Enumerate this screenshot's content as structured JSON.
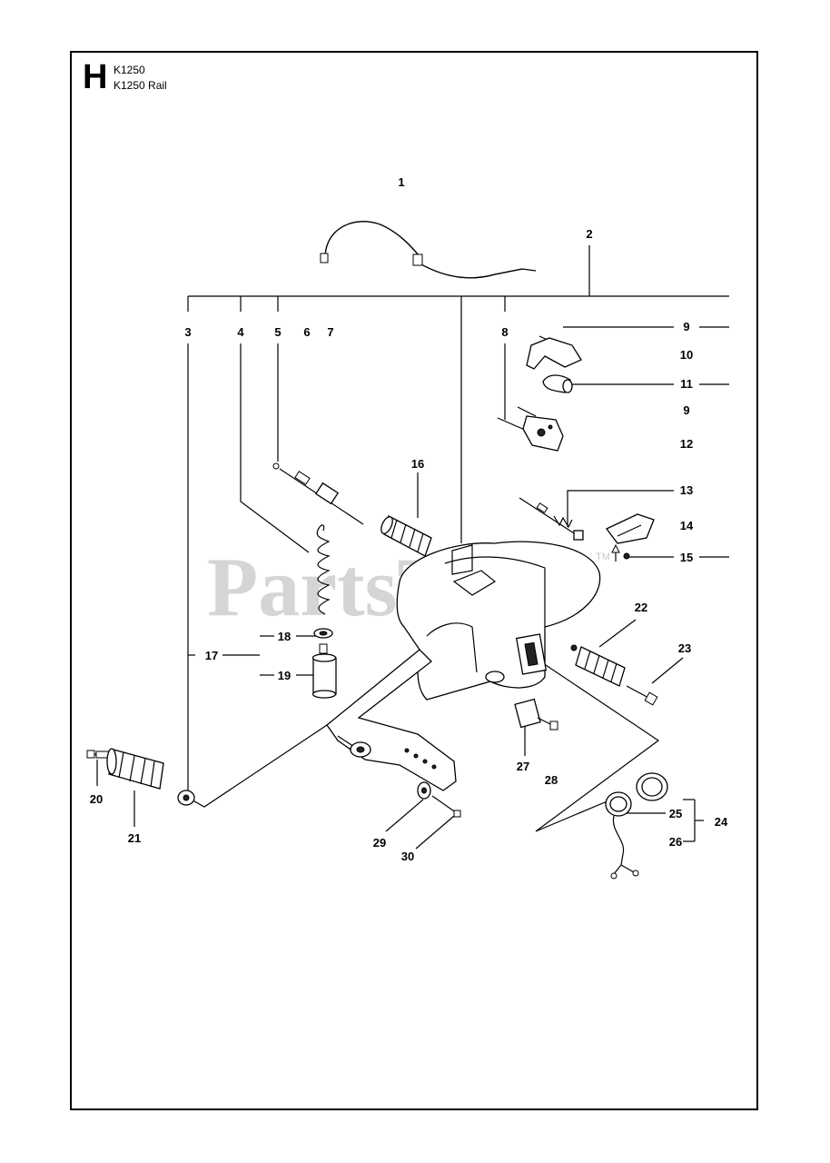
{
  "header": {
    "section_letter": "H",
    "models": [
      "K1250",
      "K1250 Rail"
    ]
  },
  "watermark": {
    "brand": "PartsTree",
    "trademark": "TM"
  },
  "callouts": [
    "1",
    "2",
    "3",
    "4",
    "5",
    "6",
    "7",
    "8",
    "9",
    "10",
    "11",
    "9",
    "12",
    "13",
    "14",
    "15",
    "16",
    "17",
    "18",
    "19",
    "20",
    "21",
    "22",
    "23",
    "24",
    "25",
    "26",
    "27",
    "28",
    "29",
    "30"
  ]
}
